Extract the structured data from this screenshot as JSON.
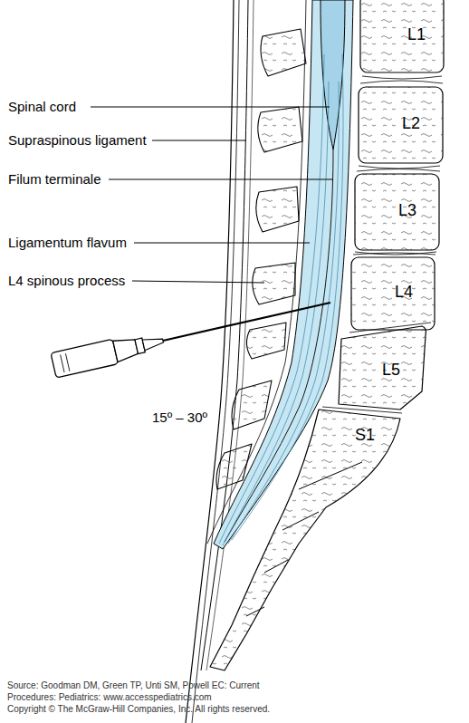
{
  "diagram": {
    "caption": "Source: Goodman DM, Green TP, Unti SM, Powell EC: Current Procedures: Pediatrics: www.accesspediatrics.com",
    "labels": [
      "Spinal cord",
      "Supraspinous ligament",
      "Filum terminale",
      "Ligamentum flavum",
      "L4 spinous process",
      "L1",
      "L2",
      "L3",
      "L4",
      "L5",
      "S1",
      "15º – 30º",
      "Copyright © The McGraw-Hill Companies, Inc. All rights reserved."
    ]
  }
}
